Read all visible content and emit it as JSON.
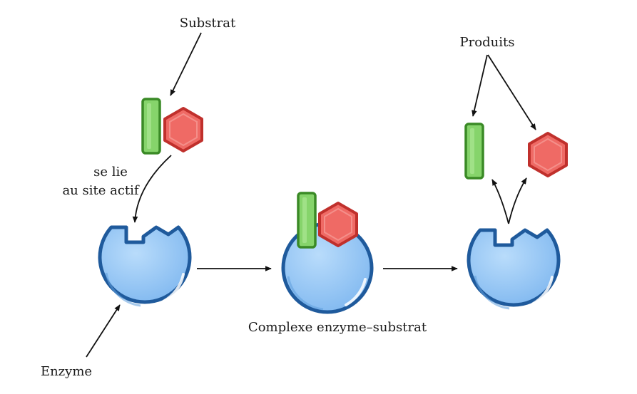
{
  "labels": {
    "substrat": "Substrat",
    "se_lie_line1": "se lie",
    "se_lie_line2": "au site actif",
    "produits": "Produits",
    "complexe": "Complexe enzyme–substrat",
    "enzyme": "Enzyme"
  },
  "colors": {
    "enzyme_fill": "#8ec4f5",
    "enzyme_stroke": "#1f5a9c",
    "green_fill": "#86d46b",
    "green_stroke": "#3a8a26",
    "red_fill": "#ef6a65",
    "red_stroke": "#c0302c",
    "arrow": "#111111"
  },
  "icons": {
    "enzyme": "enzyme-shape",
    "rectangle_substrate": "green-rectangle",
    "hexagon_substrate": "red-hexagon"
  }
}
